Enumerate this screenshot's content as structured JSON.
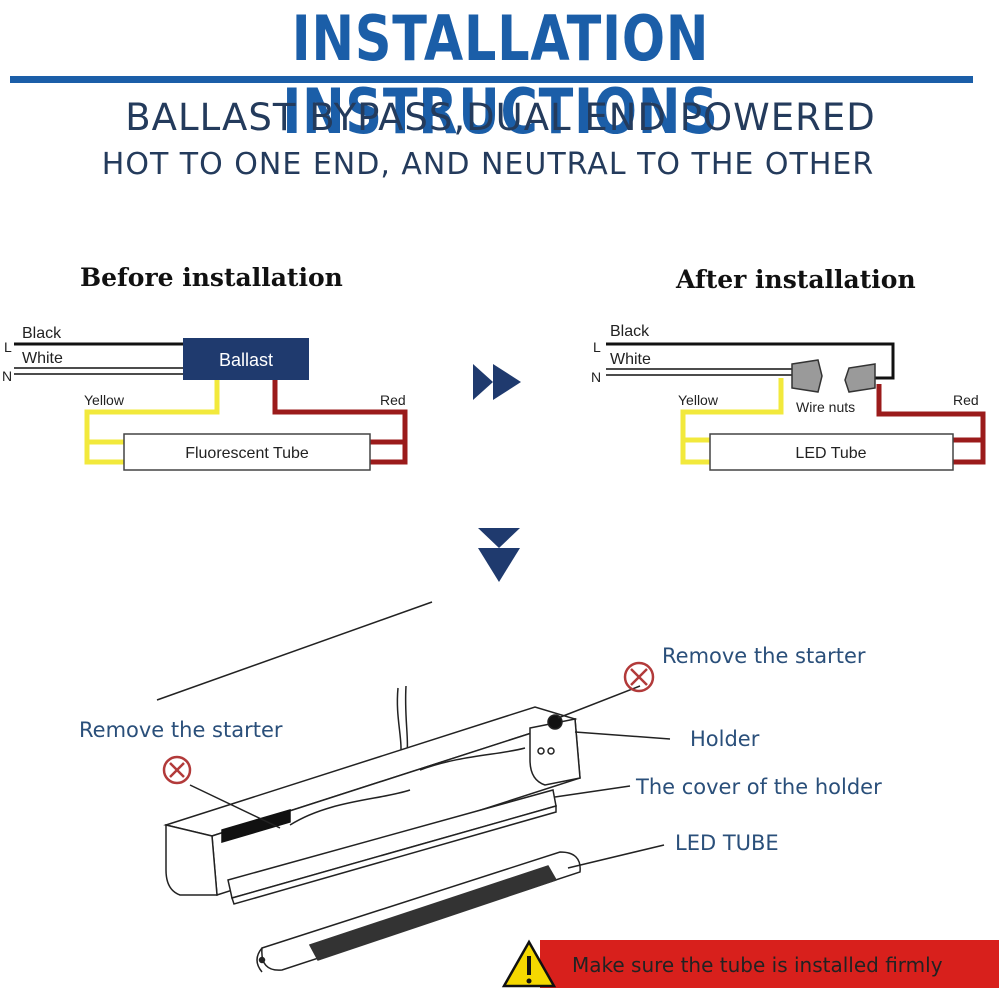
{
  "header": {
    "title": "INSTALLATION INSTRUCTIONS",
    "subtitle": "BALLAST BYPASS,DUAL END POWERED",
    "subtitle2": "HOT TO ONE END, AND NEUTRAL TO THE OTHER"
  },
  "before": {
    "heading": "Before installation",
    "line_label": "L",
    "neutral_label": "N",
    "black_label": "Black",
    "white_label": "White",
    "ballast_label": "Ballast",
    "yellow_label": "Yellow",
    "red_label": "Red",
    "tube_label": "Fluorescent Tube"
  },
  "after": {
    "heading": "After installation",
    "line_label": "L",
    "neutral_label": "N",
    "black_label": "Black",
    "white_label": "White",
    "wirenuts_label": "Wire nuts",
    "yellow_label": "Yellow",
    "red_label": "Red",
    "tube_label": "LED Tube"
  },
  "illustration": {
    "remove_starter_left": "Remove the starter",
    "remove_starter_right": "Remove the starter",
    "holder": "Holder",
    "cover_of_holder": "The cover of the holder",
    "led_tube": "LED TUBE",
    "warning": "Make sure the tube is installed firmly"
  },
  "colors": {
    "title_blue": "#1b5ea8",
    "ballast_navy": "#1f3a6e",
    "arrow_navy": "#1f3a6e",
    "wire_yellow": "#f2e93c",
    "wire_red": "#9b1b1b",
    "remove_icon_red": "#b23a3a",
    "warning_red": "#d8201c",
    "warning_yellow": "#f5d800"
  },
  "icons": {
    "arrow_right": "double-chevron-right-icon",
    "arrow_down": "double-chevron-down-icon",
    "remove": "circle-x-icon",
    "warning": "warning-triangle-icon"
  }
}
